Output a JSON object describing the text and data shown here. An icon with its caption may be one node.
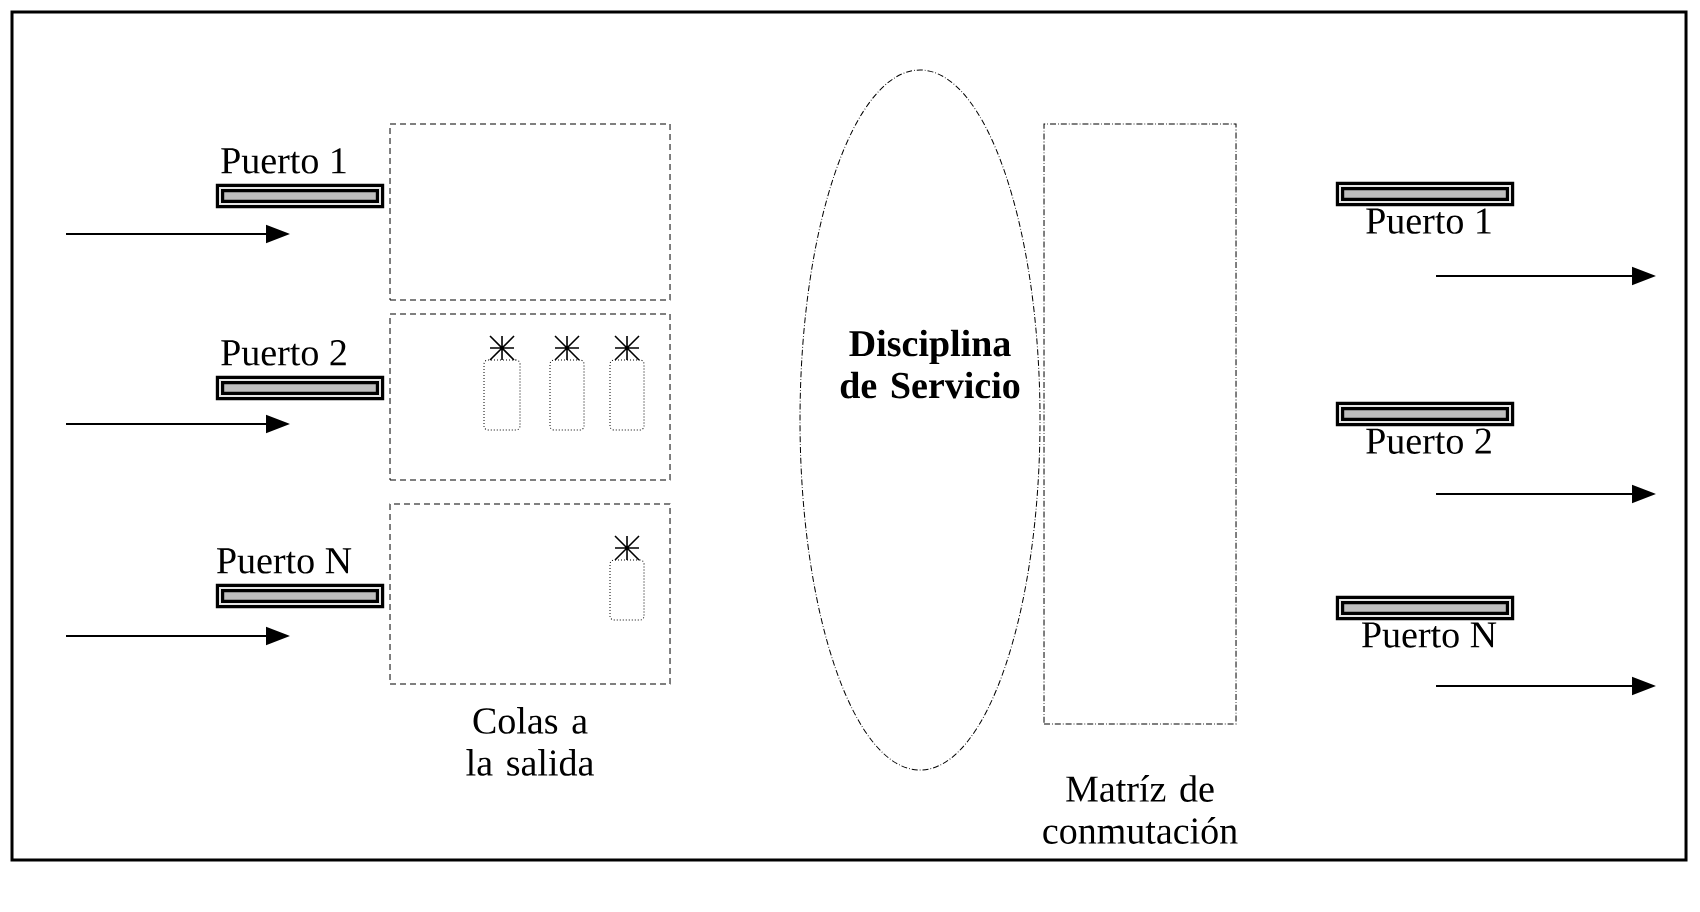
{
  "diagram": {
    "nodes": [
      {
        "text": [
          "Puerto 1"
        ]
      },
      {
        "text": [
          "Puerto 2"
        ]
      },
      {
        "text": [
          "Puerto N"
        ]
      },
      {
        "text": [],
        "shape": "box"
      },
      {
        "text": [],
        "shape": "box"
      },
      {
        "text": [],
        "shape": "box",
        "in": 4
      },
      {
        "text": [],
        "shape": "box",
        "in": 4
      },
      {
        "text": [],
        "shape": "box",
        "in": 4
      },
      {
        "text": [],
        "shape": "box"
      },
      {
        "text": [],
        "shape": "box",
        "in": 8
      },
      {
        "text": [
          "Disciplina de Servicio"
        ]
      },
      {
        "text": [],
        "shape": "box"
      },
      {
        "text": [
          "Puerto 1"
        ]
      },
      {
        "text": [
          "Puerto 2"
        ]
      },
      {
        "text": [
          "Puerto N"
        ]
      }
    ],
    "labels": [
      "Colas a la salida",
      "Matríz de conmutación"
    ]
  }
}
